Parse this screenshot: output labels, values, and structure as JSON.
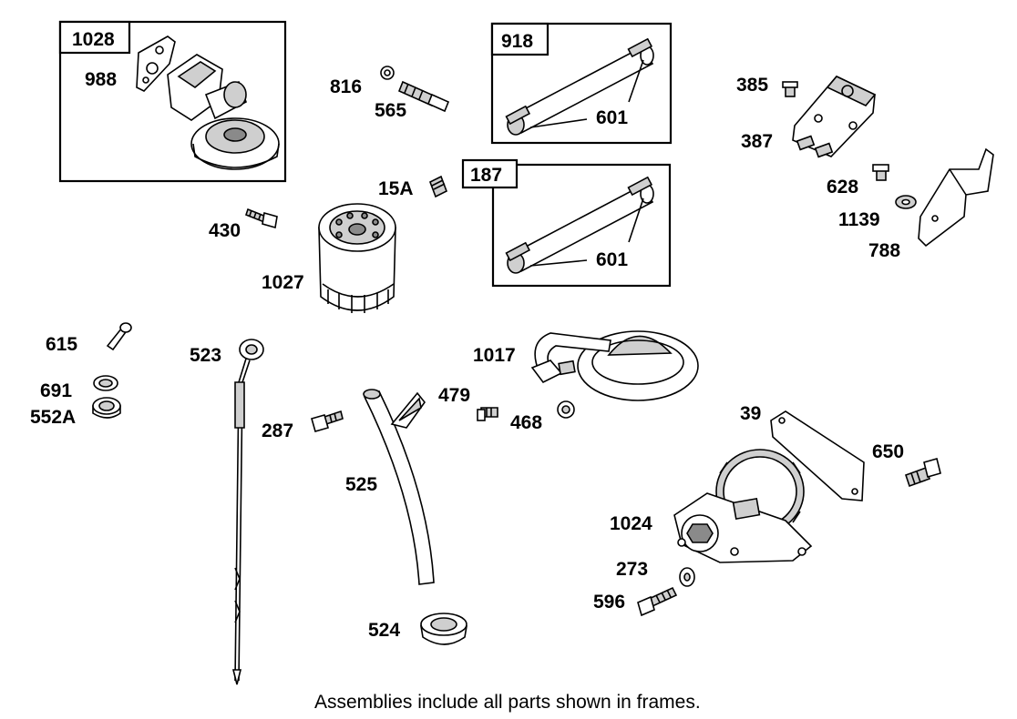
{
  "frames": {
    "f1028": "1028",
    "f918": "918",
    "f187": "187"
  },
  "labels": {
    "l988": "988",
    "l816": "816",
    "l565": "565",
    "l601a": "601",
    "l601b": "601",
    "l385": "385",
    "l387": "387",
    "l628": "628",
    "l1139": "1139",
    "l788": "788",
    "l15A": "15A",
    "l430": "430",
    "l1027": "1027",
    "l615": "615",
    "l691": "691",
    "l552A": "552A",
    "l523": "523",
    "l287": "287",
    "l525": "525",
    "l524": "524",
    "l1017": "1017",
    "l479": "479",
    "l468": "468",
    "l39": "39",
    "l650": "650",
    "l1024": "1024",
    "l273": "273",
    "l596": "596"
  },
  "footer_note": "Assemblies include all parts shown in frames."
}
